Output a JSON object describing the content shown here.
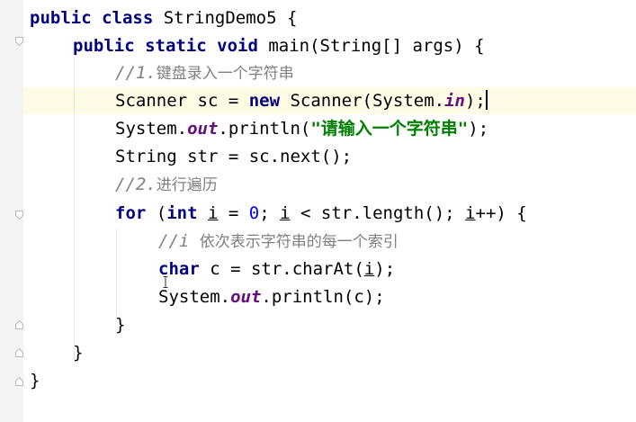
{
  "code": {
    "l1_kw": "public class",
    "l1_rest": " StringDemo5 {",
    "l2_kw": "public static void",
    "l2_rest": " main(String[] args) {",
    "l3_cm": "//1.",
    "l3_text": "键盘录入一个字符串",
    "l4_a": "Scanner sc = ",
    "l4_kw": "new",
    "l4_b": " Scanner(System.",
    "l4_field": "in",
    "l4_c": ");",
    "l5_a": "System.",
    "l5_field": "out",
    "l5_b": ".println(",
    "l5_str": "\"请输入一个字符串\"",
    "l5_c": ");",
    "l6": "String str = sc.next();",
    "l7_cm": "//2.",
    "l7_text": "进行遍历",
    "l8_kw1": "for",
    "l8_a": " (",
    "l8_kw2": "int",
    "l8_b": " ",
    "l8_i1": "i",
    "l8_c": " = ",
    "l8_num": "0",
    "l8_d": "; ",
    "l8_i2": "i",
    "l8_e": " < str.length(); ",
    "l8_i3": "i",
    "l8_f": "++) {",
    "l9_cm": "//i ",
    "l9_text": "依次表示字符串的每一个索引",
    "l10_kw": "char",
    "l10_a": " c = str.charAt(",
    "l10_i": "i",
    "l10_b": ");",
    "l11_a": "System.",
    "l11_field": "out",
    "l11_b": ".println(c);",
    "l12": "}",
    "l13": "}",
    "l14": "}"
  },
  "colors": {
    "keyword": "#000080",
    "comment": "#808080",
    "string": "#008000",
    "static_field": "#660e7a",
    "number": "#0000ff",
    "caret_row": "#fffbe6"
  },
  "icons": [
    "fold-marker-icon",
    "text-cursor-icon"
  ]
}
